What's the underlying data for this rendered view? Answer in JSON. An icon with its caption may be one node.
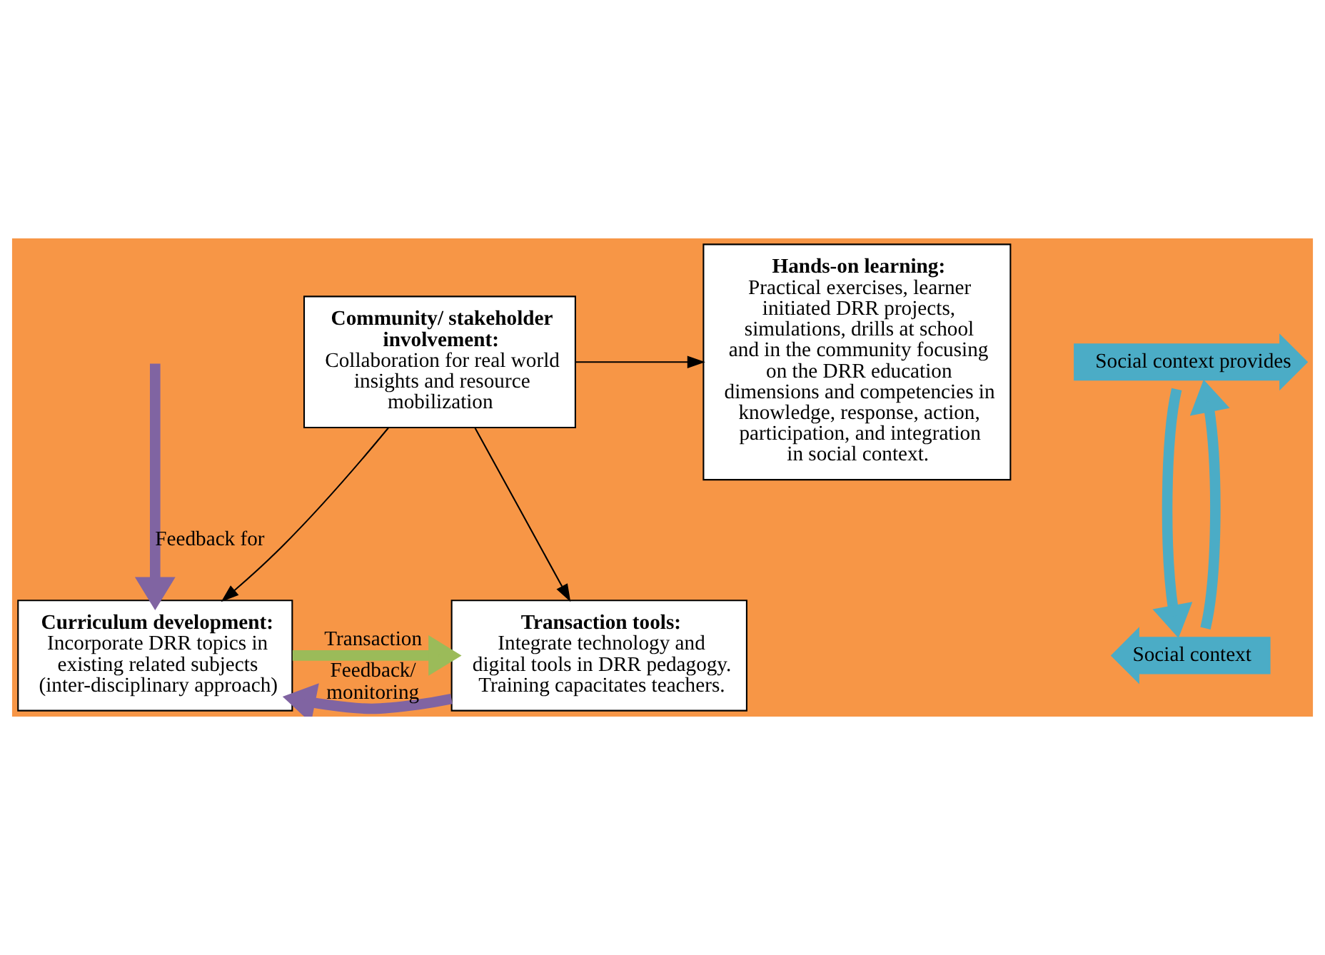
{
  "diagram": {
    "nodes": [
      {
        "text": [
          "Curriculum development:",
          "Incorporate DRR topics in existing related subjects (inter-disciplinary approach)"
        ]
      },
      {
        "text": [
          "Transaction tools:",
          "Integrate technology and digital tools in DRR pedagogy. Training capacitates teachers."
        ]
      },
      {
        "text": [
          "Hands-on learning:",
          "Practical exercises, learner initiated DRR projects, simulations, drills at school and in the community focusing on the DRR education dimensions and competencies in knowledge, response, action, participation, and integration in social context."
        ]
      },
      {
        "text": [
          "Community/ stakeholder involvement:",
          "Collaboration for real world insights and resource mobilization"
        ]
      },
      {
        "text": [
          "Social context provides"
        ]
      },
      {
        "text": [
          "Social context"
        ]
      }
    ],
    "edges": [
      {
        "from": 0,
        "to": 1,
        "arrow": "to",
        "label": "Transaction",
        "color": "#9bbb59"
      },
      {
        "from": 1,
        "to": 0,
        "arrow": "to",
        "label": "Feedback/ monitoring",
        "color": "#8064a2"
      },
      {
        "from": null,
        "to": 0,
        "arrow": "to",
        "label": "Feedback for",
        "color": "#8064a2"
      },
      {
        "from": 3,
        "to": 0,
        "arrow": "to"
      },
      {
        "from": 3,
        "to": 1,
        "arrow": "to"
      },
      {
        "from": 3,
        "to": 2,
        "arrow": "to"
      },
      {
        "from": 4,
        "to": 5,
        "arrow": "to",
        "color": "#4bacc6"
      },
      {
        "from": 5,
        "to": 4,
        "arrow": "to",
        "color": "#4bacc6"
      }
    ]
  }
}
